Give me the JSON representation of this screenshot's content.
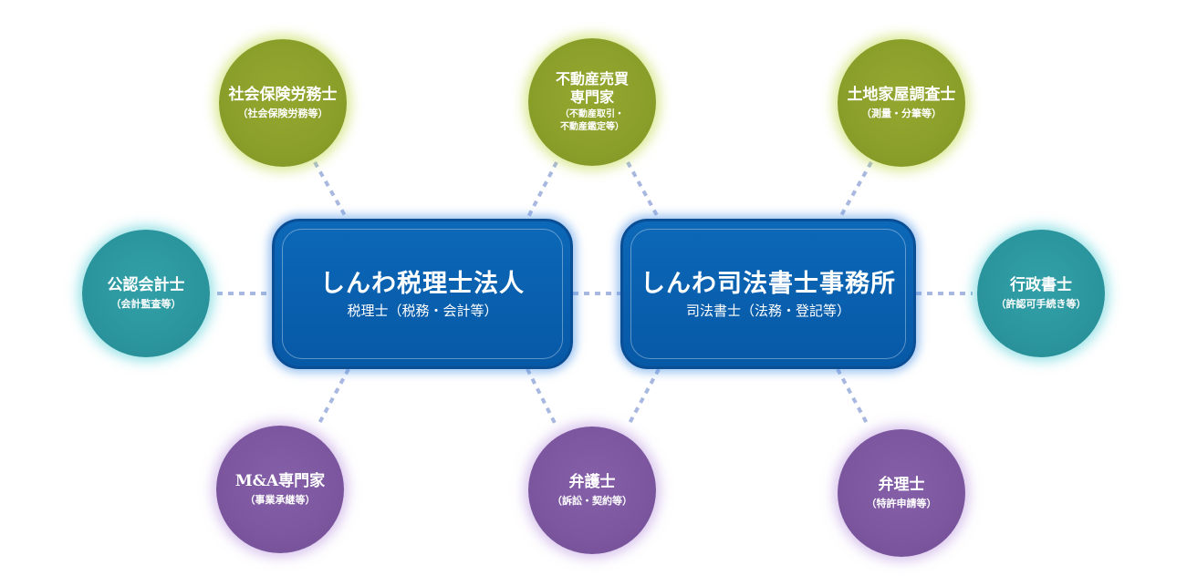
{
  "hubs": [
    {
      "title": "しんわ税理士法人",
      "sub": "税理士（税務・会計等）"
    },
    {
      "title": "しんわ司法書士事務所",
      "sub": "司法書士（法務・登記等）"
    }
  ],
  "nodes": [
    {
      "title": "社会保険労務士",
      "sub": "（社会保険労務等）"
    },
    {
      "title": "不動産売買\n専門家",
      "sub": "（不動産取引・\n不動産鑑定等）"
    },
    {
      "title": "土地家屋調査士",
      "sub": "（測量・分筆等）"
    },
    {
      "title": "公認会計士",
      "sub": "（会計監査等）"
    },
    {
      "title": "行政書士",
      "sub": "（許認可手続き等）"
    },
    {
      "title": "M&A専門家",
      "sub": "（事業承継等）"
    },
    {
      "title": "弁護士",
      "sub": "（訴訟・契約等）"
    },
    {
      "title": "弁理士",
      "sub": "（特許申請等）"
    }
  ],
  "colors": {
    "hub": "#0a62b0",
    "green": "#8a9e2a",
    "teal": "#2b959d",
    "purple": "#7c579f",
    "connector": "#a8b8e0"
  }
}
